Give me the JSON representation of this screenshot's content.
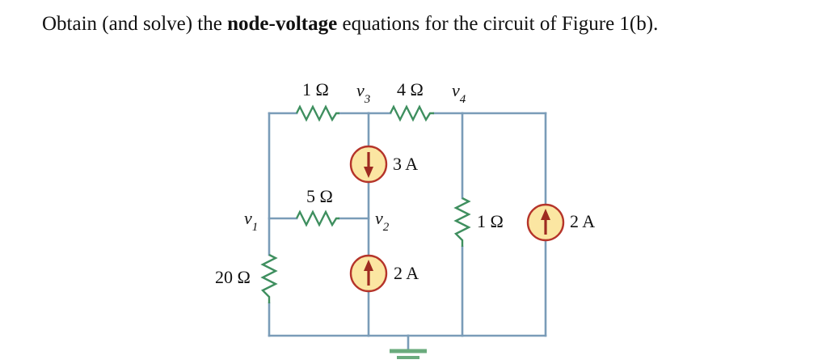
{
  "problem": {
    "text_before": "Obtain (and solve) the ",
    "bold_term": "node-voltage",
    "text_after": " equations for the circuit of Figure 1(b)."
  },
  "figure": {
    "name": "circuit-schematic",
    "colors": {
      "wire": "#7a9cb8",
      "resistor": "#3f8f5f",
      "source_fill": "#fbe6a2",
      "source_stroke": "#b5342a",
      "arrow": "#9e2a20",
      "ground": "#6aab7d",
      "text": "#111111"
    },
    "components": [
      {
        "id": "r-1ohm-top",
        "type": "resistor",
        "label": "1",
        "unit": "Ω",
        "orientation": "horizontal"
      },
      {
        "id": "r-4ohm-top",
        "type": "resistor",
        "label": "4",
        "unit": "Ω",
        "orientation": "horizontal"
      },
      {
        "id": "r-5ohm-mid",
        "type": "resistor",
        "label": "5",
        "unit": "Ω",
        "orientation": "horizontal"
      },
      {
        "id": "r-20ohm-left",
        "type": "resistor",
        "label": "20",
        "unit": "Ω",
        "orientation": "vertical"
      },
      {
        "id": "r-1ohm-right",
        "type": "resistor",
        "label": "1",
        "unit": "Ω",
        "orientation": "vertical"
      },
      {
        "id": "i-3a-upper",
        "type": "current-source",
        "label": "3",
        "unit": "A",
        "direction": "down"
      },
      {
        "id": "i-2a-lower",
        "type": "current-source",
        "label": "2",
        "unit": "A",
        "direction": "up"
      },
      {
        "id": "i-2a-right",
        "type": "current-source",
        "label": "2",
        "unit": "A",
        "direction": "up"
      }
    ],
    "labels": {
      "r_1ohm_top": "1 Ω",
      "r_4ohm_top": "4 Ω",
      "r_5ohm_mid": "5 Ω",
      "r_20ohm_left": "20 Ω",
      "r_1ohm_right": "1 Ω",
      "i_3a_upper": "3 A",
      "i_2a_lower": "2 A",
      "i_2a_right": "2 A"
    },
    "nodes": {
      "v1": {
        "base": "v",
        "sub": "1"
      },
      "v2": {
        "base": "v",
        "sub": "2"
      },
      "v3": {
        "base": "v",
        "sub": "3"
      },
      "v4": {
        "base": "v",
        "sub": "4"
      }
    },
    "ground": {
      "symbol": "earth-ground"
    }
  }
}
